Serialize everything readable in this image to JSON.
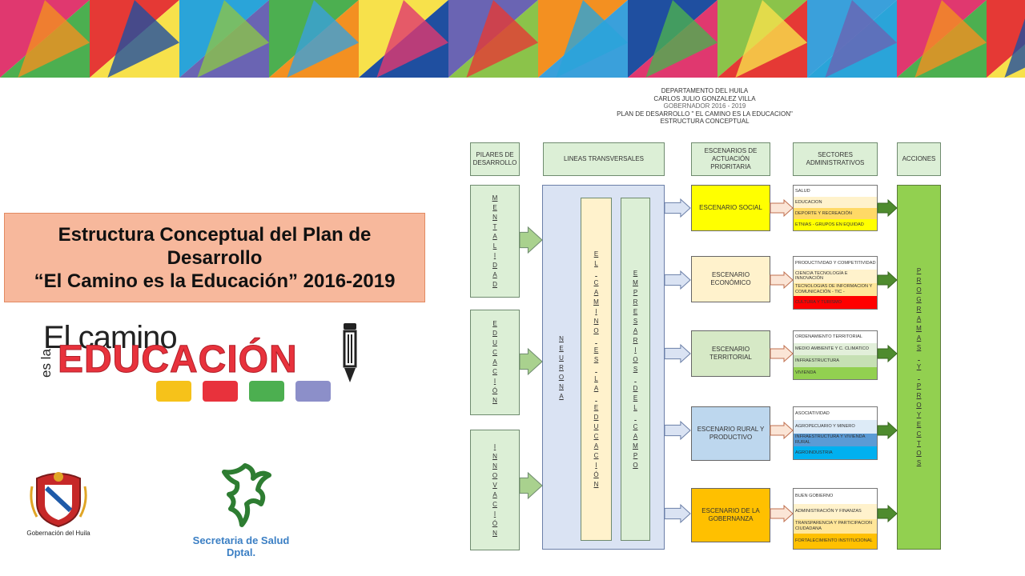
{
  "banner_colors": [
    "#e0386f",
    "#e53935",
    "#2aa4d9",
    "#4caf50",
    "#f7e14b",
    "#6a64b3",
    "#f39021",
    "#1f4fa0",
    "#8bc34a",
    "#3aa0db"
  ],
  "title": {
    "line1": "Estructura Conceptual del Plan de",
    "line2": "Desarrollo",
    "line3": "“El Camino es la Educación” 2016-2019"
  },
  "logo": {
    "line1": "El camino",
    "line2": "es la",
    "line3": "EDUCACIÓN"
  },
  "footer": {
    "gobernacion": "Gobernación del Huila",
    "secretaria_line1": "Secretaria de Salud",
    "secretaria_line2": "Dptal."
  },
  "header": {
    "line1": "DEPARTAMENTO DEL HUILA",
    "line2": "CARLOS JULIO GONZALEZ VILLA",
    "line3": "GOBERNADOR 2016 - 2019",
    "line4": "PLAN DE DESARROLLO \" EL CAMINO ES LA EDUCACION\"",
    "line5": "ESTRUCTURA CONCEPTUAL"
  },
  "columns": {
    "pilares": "PILARES DE DESARROLLO",
    "lineas": "LINEAS TRANSVERSALES",
    "escenarios": "ESCENARIOS DE ACTUACIÓN PRIORITARIA",
    "sectores": "SECTORES ADMINISTRATIVOS",
    "acciones": "ACCIONES"
  },
  "pilares": [
    {
      "letters": [
        "M",
        "E",
        "N",
        "T",
        "A",
        "L",
        "I",
        "D",
        "A",
        "D"
      ]
    },
    {
      "letters": [
        "E",
        "D",
        "U",
        "C",
        "A",
        "C",
        "I",
        "Ó",
        "N"
      ]
    },
    {
      "letters": [
        "I",
        "N",
        "N",
        "O",
        "V",
        "A",
        "C",
        "I",
        "Ó",
        "N"
      ]
    }
  ],
  "neurona": [
    "N",
    "E",
    "U",
    "R",
    "O",
    "N",
    "A"
  ],
  "camino": [
    "E",
    "L",
    "",
    "C",
    "A",
    "M",
    "I",
    "N",
    "O",
    "",
    "E",
    "S",
    "",
    "L",
    "A",
    "",
    "E",
    "D",
    "U",
    "C",
    "A",
    "C",
    "I",
    "Ó",
    "N"
  ],
  "empresarios": [
    "E",
    "M",
    "P",
    "R",
    "E",
    "S",
    "A",
    "R",
    "I",
    "O",
    "S",
    "",
    "D",
    "E",
    "L",
    "",
    "C",
    "A",
    "M",
    "P",
    "O"
  ],
  "programas": [
    "P",
    "R",
    "O",
    "G",
    "R",
    "A",
    "M",
    "A",
    "S",
    "",
    "Y",
    "",
    "P",
    "R",
    "O",
    "Y",
    "E",
    "C",
    "T",
    "O",
    "S"
  ],
  "escenarios": [
    {
      "label": "ESCENARIO SOCIAL",
      "color": "#ffff00"
    },
    {
      "label": "ESCENARIO ECONÓMICO",
      "color": "#fff2cc"
    },
    {
      "label": "ESCENARIO TERRITORIAL",
      "color": "#d6e9c6"
    },
    {
      "label": "ESCENARIO RURAL Y PRODUCTIVO",
      "color": "#bdd7ee"
    },
    {
      "label": "ESCENARIO DE LA GOBERNANZA",
      "color": "#ffc000"
    }
  ],
  "sectores": [
    [
      {
        "label": "SALUD",
        "color": "#ffffff"
      },
      {
        "label": "EDUCACION",
        "color": "#fff2cc"
      },
      {
        "label": "DEPORTE Y RECREACIÓN",
        "color": "#ffd966"
      },
      {
        "label": "ETNIAS - GRUPOS EN EQUIDAD",
        "color": "#ffff00"
      }
    ],
    [
      {
        "label": "PRODUCTIVIDAD Y COMPETITIVIDAD",
        "color": "#ffffff"
      },
      {
        "label": "CIENCIA TECNOLOGÍA E INNOVACIÓN",
        "color": "#fff2cc"
      },
      {
        "label": "TECNOLOGIAS DE INFORMACION Y COMUNICACIÓN - TIC -",
        "color": "#ffe699"
      },
      {
        "label": "CULTURA Y TURISMO",
        "color": "#ff0000"
      }
    ],
    [
      {
        "label": "ORDENAMIENTO TERRITORIAL",
        "color": "#ffffff"
      },
      {
        "label": "MEDIO AMBIENTE Y C. CLIMATICO",
        "color": "#e2efda"
      },
      {
        "label": "INFRAESTRUCTURA",
        "color": "#c6e0b4"
      },
      {
        "label": "VIVIENDA",
        "color": "#92d050"
      }
    ],
    [
      {
        "label": "ASOCIATIVIDAD",
        "color": "#ffffff"
      },
      {
        "label": "AGROPECUARIO Y MINERO",
        "color": "#ddebf7"
      },
      {
        "label": "INFRAESTRUCTURA Y VIVIENDA RURAL",
        "color": "#5b9bd5"
      },
      {
        "label": "AGROINDUSTRIA",
        "color": "#00b0f0"
      }
    ],
    [
      {
        "label": "BUEN GOBIERNO",
        "color": "#ffffff"
      },
      {
        "label": "ADMINISTRACIÓN Y FINANZAS",
        "color": "#fff2cc"
      },
      {
        "label": "TRANSPARENCIA Y PARTICIPACION CIUDADANA",
        "color": "#ffe699"
      },
      {
        "label": "FORTALECIMIENTO INSTITUCIONAL",
        "color": "#ffc000"
      }
    ]
  ]
}
